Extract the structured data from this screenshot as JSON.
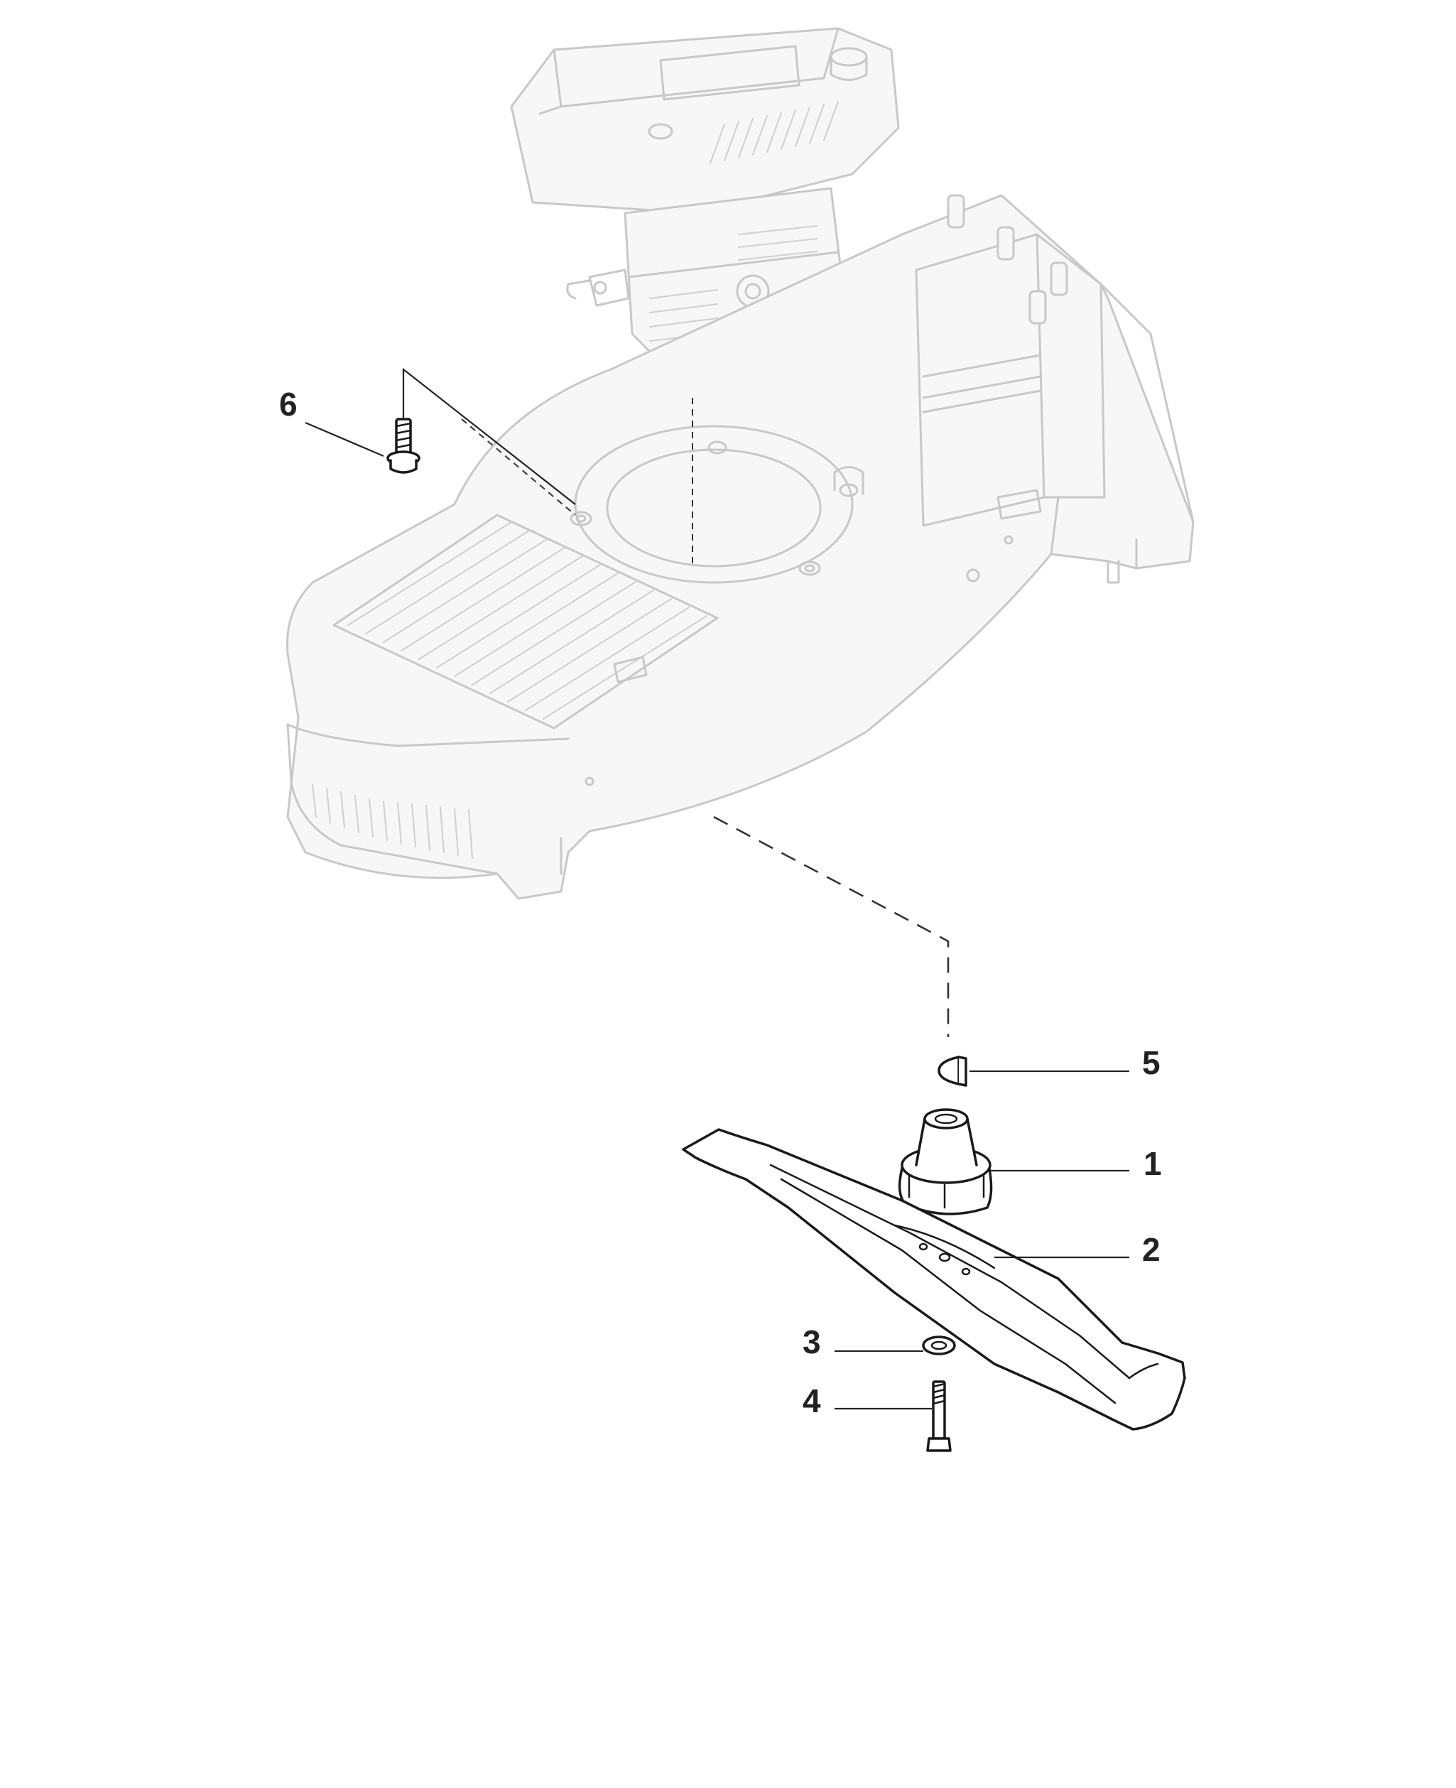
{
  "callouts": [
    {
      "id": "1",
      "label": "1"
    },
    {
      "id": "2",
      "label": "2"
    },
    {
      "id": "3",
      "label": "3"
    },
    {
      "id": "4",
      "label": "4"
    },
    {
      "id": "5",
      "label": "5"
    },
    {
      "id": "6",
      "label": "6"
    }
  ],
  "colors": {
    "background": "#ffffff",
    "context_outline": "#c8c8c8",
    "part_outline": "#1a1a1a",
    "callout_text": "#222222"
  }
}
